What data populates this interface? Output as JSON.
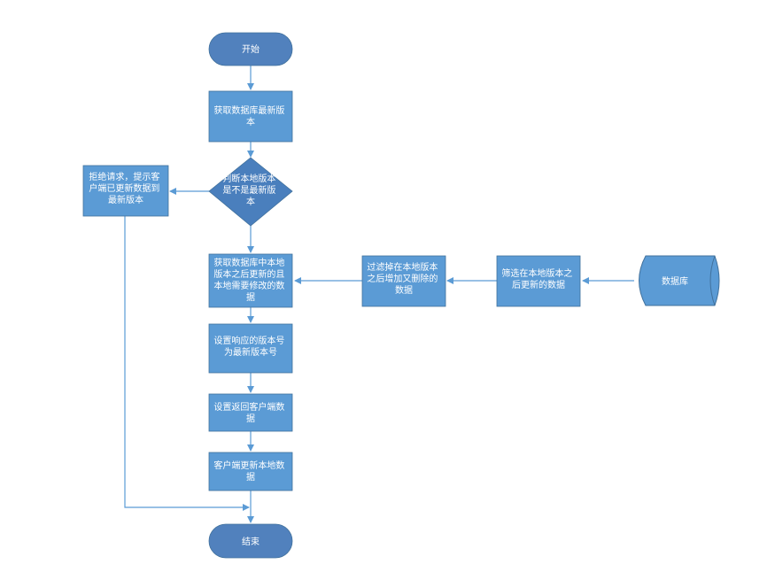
{
  "nodes": {
    "start": "开始",
    "get_latest": [
      "获取数据库最新版",
      "本"
    ],
    "decision": [
      "判断本地版本",
      "是不是最新版",
      "本"
    ],
    "reject": [
      "拒绝请求，提示客",
      "户端已更新数据到",
      "最新版本"
    ],
    "get_modified": [
      "获取数据库中本地",
      "版本之后更新的且",
      "本地需要修改的数",
      "据"
    ],
    "filter_deleted": [
      "过滤掉在本地版本",
      "之后增加又删除的",
      "数据"
    ],
    "filter_updated": [
      "筛选在本地版本之",
      "后更新的数据"
    ],
    "database": "数据库",
    "set_version": [
      "设置响应的版本号",
      "为最新版本号"
    ],
    "set_return": [
      "设置返回客户端数",
      "据"
    ],
    "client_update": [
      "客户端更新本地数",
      "据"
    ],
    "end": "结束"
  }
}
